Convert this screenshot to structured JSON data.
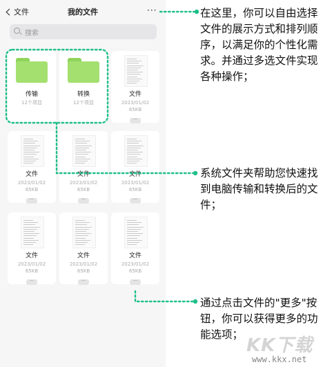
{
  "navbar": {
    "back_label": "文件",
    "title": "我的文件",
    "more_label": "···"
  },
  "search": {
    "placeholder": "搜索"
  },
  "folders": [
    {
      "name": "传输",
      "sub": "12个项目"
    },
    {
      "name": "转换",
      "sub": "12个项目"
    }
  ],
  "files": [
    {
      "name": "文件",
      "date": "2023/01/02",
      "size": "65KB",
      "more": "···"
    },
    {
      "name": "文件",
      "date": "2023/01/02",
      "size": "65KB",
      "more": "···"
    },
    {
      "name": "文件",
      "date": "2023/01/02",
      "size": "65KB",
      "more": "···"
    },
    {
      "name": "文件",
      "date": "2023/01/02",
      "size": "65KB",
      "more": "···"
    },
    {
      "name": "文件",
      "date": "2023/01/02",
      "size": "65KB",
      "more": "···"
    },
    {
      "name": "文件",
      "date": "2023/01/02",
      "size": "65KB",
      "more": "···"
    },
    {
      "name": "文件",
      "date": "2023/01/02",
      "size": "65KB",
      "more": "···"
    }
  ],
  "callouts": [
    "在这里，你可以自由选择文件的展示方式和排列顺序，以满足你的个性化需求。并通过多选文件实现各种操作；",
    "系统文件夹帮助您快速找到电脑传输和转换后的文件；",
    "通过点击文件的\"更多\"按钮，你可以获得更多的功能选项；"
  ],
  "watermark": {
    "text": "KK下载",
    "url": "www.kkx.net"
  },
  "colors": {
    "accent_dots": "#1fbf8a",
    "folder_green": "#a4e070"
  }
}
